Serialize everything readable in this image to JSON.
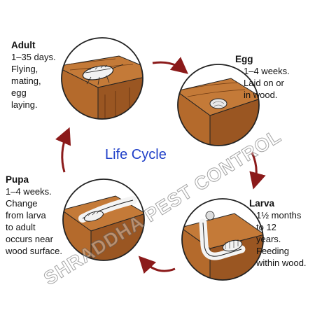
{
  "center_title": "Life Cycle",
  "stages": [
    {
      "id": "adult",
      "title": "Adult",
      "text": "1–35 days.\nFlying,\nmating,\negg\nlaying."
    },
    {
      "id": "egg",
      "title": "Egg",
      "text": "1–4 weeks.\nLaid on or\nin wood."
    },
    {
      "id": "larva",
      "title": "Larva",
      "text": "1½ months\nto 12\nyears.\nFeeding\nwithin wood."
    },
    {
      "id": "pupa",
      "title": "Pupa",
      "text": "1–4 weeks.\nChange\nfrom larva\nto adult\noccurs near\nwood surface."
    }
  ],
  "watermark": "SHRADDHA PEST CONTROL",
  "colors": {
    "title_blue": "#1f3fc8",
    "arrow_red": "#8b1a1a",
    "wood_brown": "#b06a2e",
    "wood_dark": "#7a4418"
  }
}
